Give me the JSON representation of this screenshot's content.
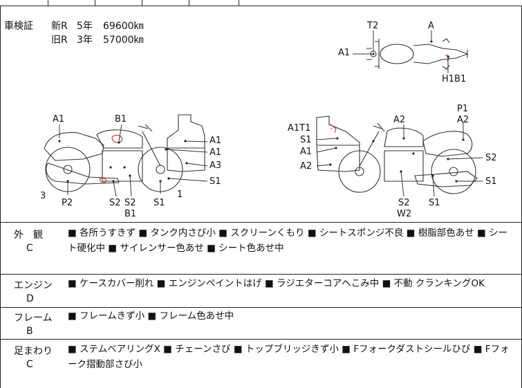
{
  "registration": {
    "label": "車検証",
    "rows": [
      {
        "type": "新R",
        "years": "5年",
        "km": "69600㎞"
      },
      {
        "type": "旧R",
        "years": "3年",
        "km": "57000㎞"
      }
    ]
  },
  "diagram_labels": {
    "top": [
      "T2",
      "A",
      "A1",
      "H1B1"
    ],
    "left": [
      "A1",
      "B1",
      "A1",
      "A1",
      "A3",
      "S1",
      "3",
      "P2",
      "S2",
      "S2",
      "S1",
      "B1",
      "1"
    ],
    "right": [
      "P1",
      "A2",
      "A1T1",
      "A2",
      "S1",
      "A1",
      "A2",
      "S2",
      "S1",
      "S2",
      "W2",
      "S1"
    ]
  },
  "sections": [
    {
      "name": "外　観",
      "grade": "C",
      "text": "■ 各所うすきず ■ タンク内さび小 ■ スクリーンくもり ■ シートスポンジ不良 ■ 樹脂部色あせ ■ シート硬化中 ■ サイレンサー色あせ ■ シート色あせ中"
    },
    {
      "name": "エンジン",
      "grade": "D",
      "text": "■ ケースカバー削れ ■ エンジンペイントはげ ■ ラジエターコアへこみ中 ■ 不動 クランキングOK"
    },
    {
      "name": "フレーム",
      "grade": "B",
      "text": "■ フレームきず小 ■ フレーム色あせ中"
    },
    {
      "name": "足まわり",
      "grade": "C",
      "text": "■ ステムベアリングX ■ チェーンさび ■ トップブリッジきず小 ■ Fフォークダストシールひび ■ Fフォーク摺動部さび小"
    }
  ]
}
